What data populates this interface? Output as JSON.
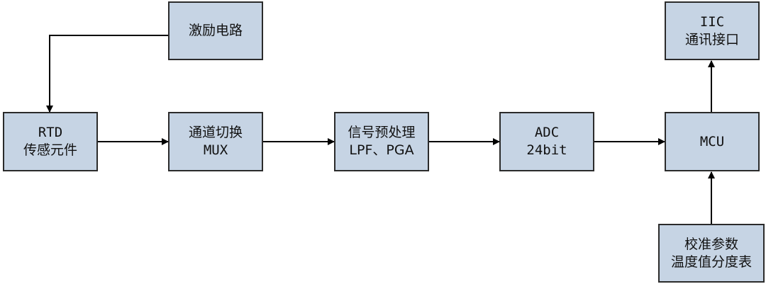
{
  "diagram": {
    "nodes": {
      "excitation": {
        "line1": "激励电路"
      },
      "rtd": {
        "line1": "RTD",
        "line2": "传感元件"
      },
      "mux": {
        "line1": "通道切换",
        "line2": "MUX"
      },
      "preprocess": {
        "line1": "信号预处理",
        "line2": "LPF、PGA"
      },
      "adc": {
        "line1": "ADC",
        "line2": "24bit"
      },
      "mcu": {
        "line1": "MCU"
      },
      "iic": {
        "line1": "IIC",
        "line2": "通讯接口"
      },
      "calib": {
        "line1": "校准参数",
        "line2": "温度值分度表"
      }
    },
    "edges": [
      {
        "from": "excitation",
        "to": "rtd"
      },
      {
        "from": "rtd",
        "to": "mux"
      },
      {
        "from": "mux",
        "to": "preprocess"
      },
      {
        "from": "preprocess",
        "to": "adc"
      },
      {
        "from": "adc",
        "to": "mcu"
      },
      {
        "from": "mcu",
        "to": "iic"
      },
      {
        "from": "calib",
        "to": "mcu"
      }
    ],
    "colors": {
      "box_fill": "#c6d4e4",
      "box_border": "#2b2b2b",
      "line": "#000000"
    }
  }
}
